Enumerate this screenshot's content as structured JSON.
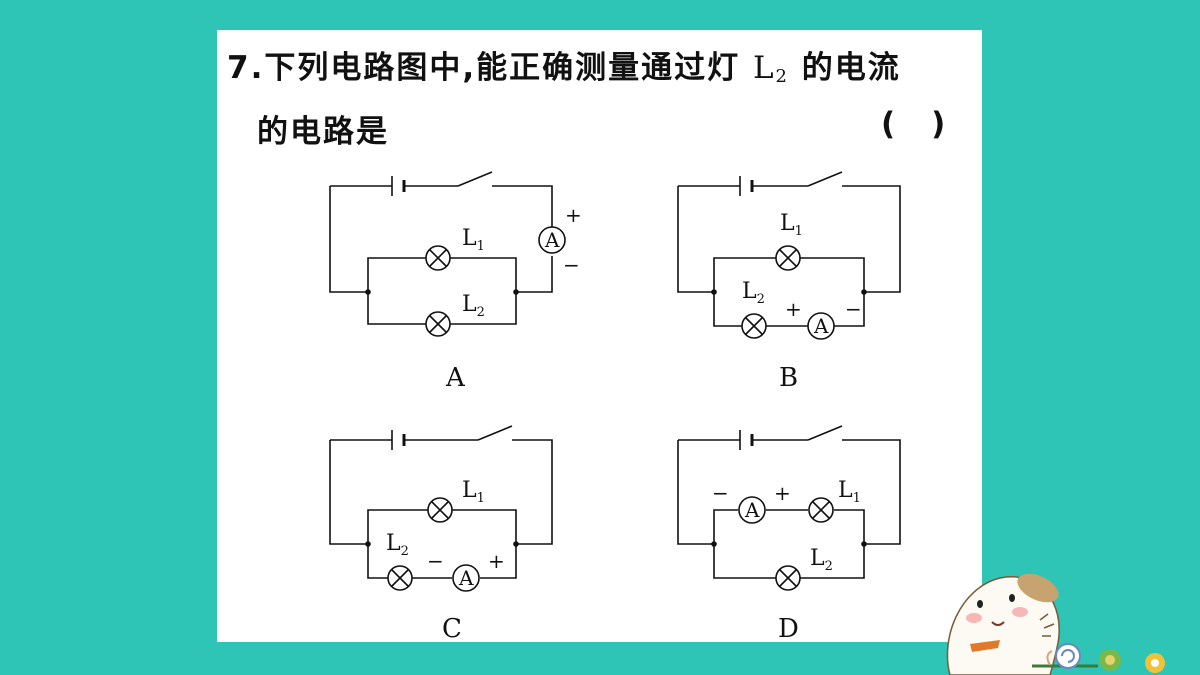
{
  "question": {
    "number": "7.",
    "text_before": "下列电路图中,能正确测量通过灯",
    "lamp_symbol": "L",
    "lamp_subscript": "2",
    "text_after": "的电流",
    "line2": "的电路是",
    "bracket_open": "(",
    "bracket_close": ")"
  },
  "circuits": [
    {
      "id": "A",
      "caption": "A",
      "lamps": [
        "L",
        "L"
      ],
      "lamp_subs": [
        "1",
        "2"
      ],
      "meter": "A",
      "plus": "+",
      "minus": "−"
    },
    {
      "id": "B",
      "caption": "B",
      "lamps": [
        "L",
        "L"
      ],
      "lamp_subs": [
        "1",
        "2"
      ],
      "meter": "A",
      "plus": "+",
      "minus": "−"
    },
    {
      "id": "C",
      "caption": "C",
      "lamps": [
        "L",
        "L"
      ],
      "lamp_subs": [
        "1",
        "2"
      ],
      "meter": "A",
      "plus": "+",
      "minus": "−"
    },
    {
      "id": "D",
      "caption": "D",
      "lamps": [
        "L",
        "L"
      ],
      "lamp_subs": [
        "1",
        "2"
      ],
      "meter": "A",
      "plus": "+",
      "minus": "−"
    }
  ],
  "colors": {
    "background": "#2ec4b6",
    "card": "#ffffff",
    "ink": "#111111"
  },
  "icons": [
    "cartoon-dog-icon",
    "snail-icon"
  ]
}
